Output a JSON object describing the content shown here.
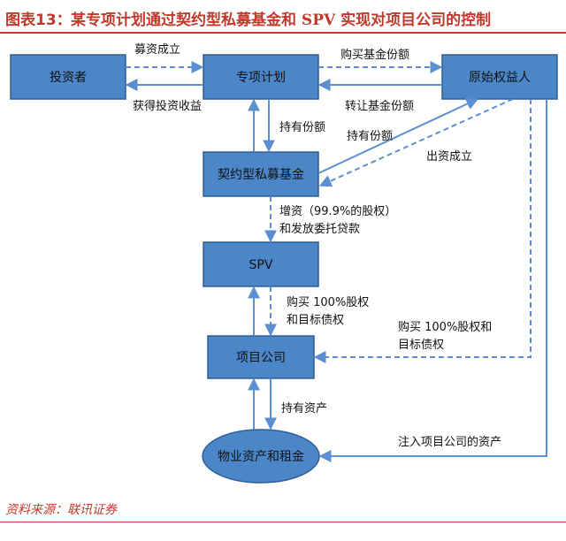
{
  "title": {
    "label": "图表13：",
    "text": "某专项计划通过契约型私募基金和 SPV 实现对项目公司的控制"
  },
  "nodes": {
    "investor": "投资者",
    "special_plan": "专项计划",
    "original_owner": "原始权益人",
    "private_fund": "契约型私募基金",
    "spv": "SPV",
    "project_company": "项目公司",
    "property": "物业资产和租金"
  },
  "edges": {
    "fundraise": "募资成立",
    "returns": "获得投资收益",
    "buy_fund_share": "购买基金份额",
    "transfer_fund_share": "转让基金份额",
    "hold_share_1": "持有份额",
    "hold_share_2": "持有份额",
    "contribute": "出资成立",
    "increase_capital_1": "增资（99.9%的股权）",
    "increase_capital_2": "和发放委托贷款",
    "buy_equity_1": "购买 100%股权",
    "buy_equity_2": "和目标债权",
    "buy_equity_owner_1": "购买  100%股权和",
    "buy_equity_owner_2": "目标债权",
    "hold_assets": "持有资产",
    "inject_assets": "注入项目公司的资产"
  },
  "source": "资料来源：联讯证券",
  "colors": {
    "accent": "#c0392b",
    "node_fill": "#4a86c8",
    "node_stroke": "#2e5f94",
    "arrow": "#5b8fd1"
  }
}
